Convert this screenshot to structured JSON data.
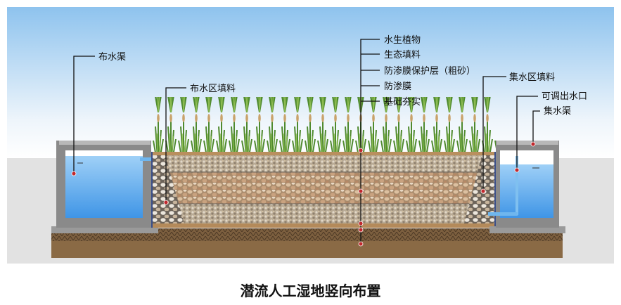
{
  "labels": {
    "aquatic_plants": "水生植物",
    "eco_filler": "生态填料",
    "membrane_protection": "防渗膜保护层（粗砂）",
    "membrane": "防渗膜",
    "foundation": "基础夯实",
    "inlet_channel": "布水渠",
    "inlet_zone_filler": "布水区填料",
    "outlet_zone_filler": "集水区填料",
    "adjustable_outlet": "可调出水口",
    "collection_channel": "集水渠"
  },
  "caption": "潜流人工湿地竖向布置",
  "colors": {
    "water": "#5aa9ee",
    "concrete": "#8a8a8a",
    "soil": "#8a6a45",
    "marker": "#c0282d"
  }
}
